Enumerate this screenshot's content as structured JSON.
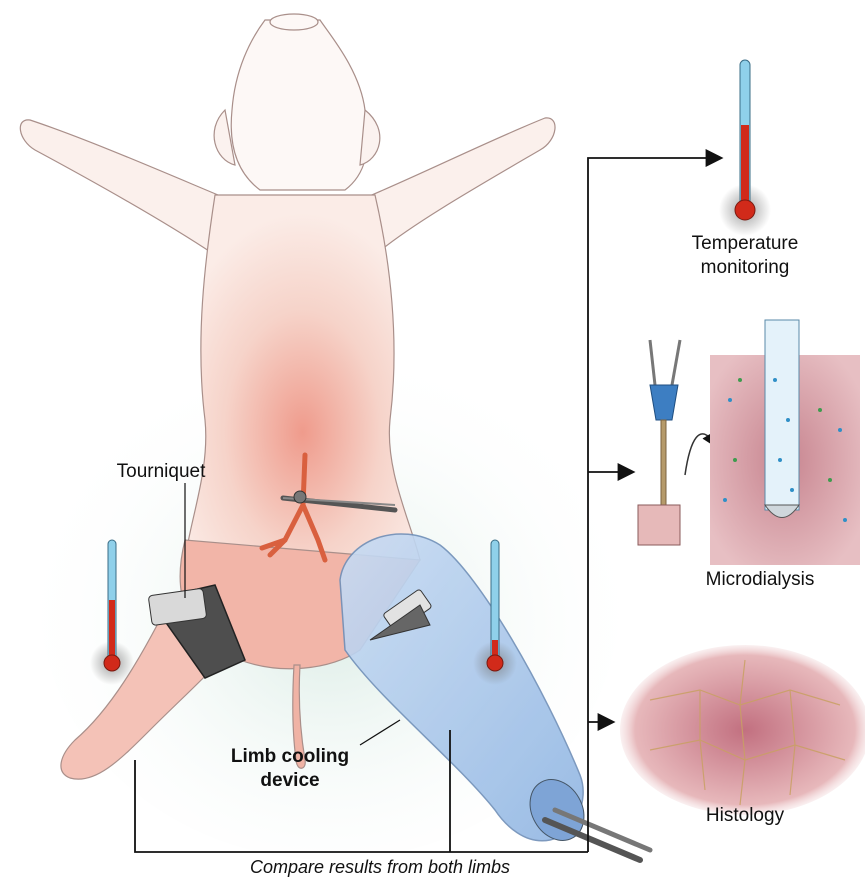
{
  "labels": {
    "temperature_monitoring_line1": "Temperature",
    "temperature_monitoring_line2": "monitoring",
    "microdialysis": "Microdialysis",
    "histology": "Histology",
    "tourniquet": "Tourniquet",
    "limb_cooling_line1": "Limb cooling",
    "limb_cooling_line2": "device",
    "compare_caption": "Compare results from both limbs"
  },
  "colors": {
    "skin": "#f4cfc4",
    "skin_shade": "#eaa597",
    "artery": "#d9603f",
    "cooling_device": "#a9c8ea",
    "tourniquet": "#5a5a5a",
    "thermometer_mercury": "#d12a1a",
    "thermometer_tube": "#8fd0ea",
    "tissue": "#c98b98",
    "arrow": "#111111"
  },
  "icons": [
    "thermometer-icon",
    "probe-icon",
    "clamp-icon"
  ]
}
